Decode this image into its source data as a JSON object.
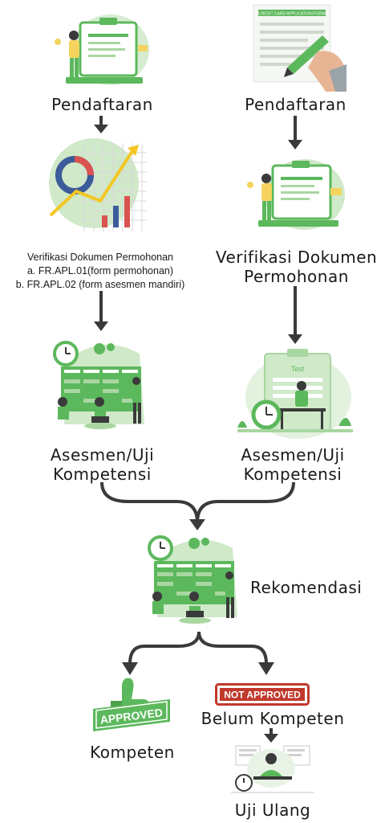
{
  "left_column": {
    "step1_label": "Pendaftaran",
    "step2_label_line1": "Verifikasi Dokumen Permohonan",
    "step2_label_line2": "a. FR.APL.01(form permohonan)",
    "step2_label_line3": "b. FR.APL.02 (form asesmen mandiri)",
    "step3_label_line1": "Asesmen/Uji",
    "step3_label_line2": "Kompetensi"
  },
  "right_column": {
    "step1_label": "Pendaftaran",
    "form_header": "CREDIT CARD APPLICATION FORM",
    "step2_label_line1": "Verifikasi Dokumen",
    "step2_label_line2": "Permohonan",
    "test_header": "Test",
    "step3_label_line1": "Asesmen/Uji",
    "step3_label_line2": "Kompetensi"
  },
  "center": {
    "recommendation_label": "Rekomendasi"
  },
  "outcomes": {
    "approved_stamp": "APPROVED",
    "approved_label": "Kompeten",
    "not_approved_stamp": "NOT APPROVED",
    "not_approved_label": "Belum Kompeten",
    "retest_label": "Uji Ulang"
  },
  "colors": {
    "accent_green": "#5cb85c",
    "light_green": "#cfe9c9",
    "arrow": "#3a3a3a",
    "not_approved_red": "#c0392b",
    "bar_red": "#d9534f",
    "bar_blue": "#3b5b9a",
    "line_yellow": "#f3c623"
  }
}
